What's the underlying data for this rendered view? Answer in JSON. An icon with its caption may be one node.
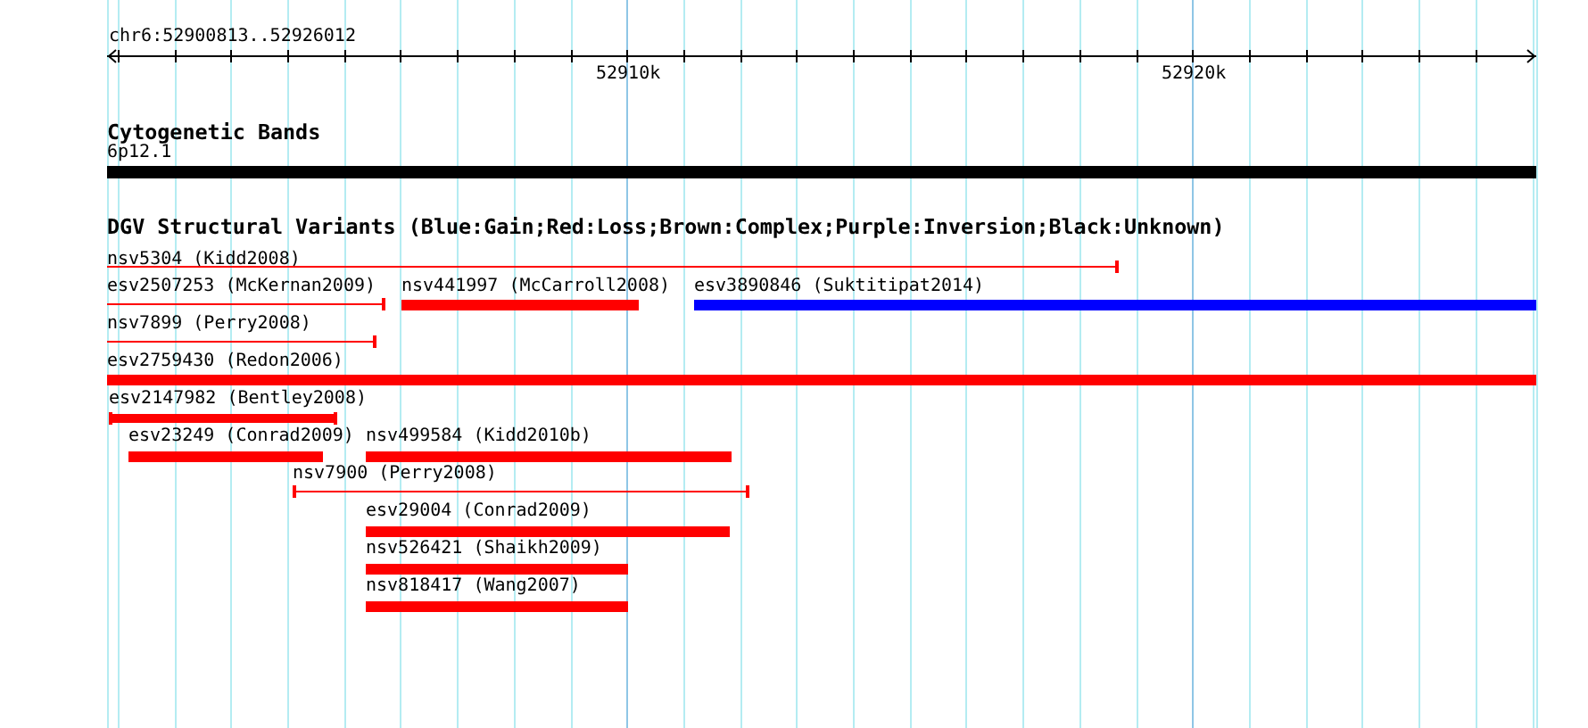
{
  "diagram": {
    "nodes": [
      {
        "text": [
          "6p12.1"
        ]
      },
      {
        "text": [
          "nsv5304 (Kidd2008)"
        ]
      },
      {
        "text": [
          "esv2507253 (McKernan2009)"
        ]
      },
      {
        "text": [
          "nsv441997 (McCarroll2008)"
        ]
      },
      {
        "text": [
          "esv3890846 (Suktitipat2014)"
        ]
      },
      {
        "text": [
          "nsv7899 (Perry2008)"
        ]
      },
      {
        "text": [
          "esv2759430 (Redon2006)"
        ]
      },
      {
        "text": [
          "esv2147982 (Bentley2008)"
        ]
      },
      {
        "text": [
          "esv23249 (Conrad2009)"
        ]
      },
      {
        "text": [
          "nsv499584 (Kidd2010b)"
        ]
      },
      {
        "text": [
          "nsv7900 (Perry2008)"
        ]
      },
      {
        "text": [
          "esv29004 (Conrad2009)"
        ]
      },
      {
        "text": [
          "nsv526421 (Shaikh2009)"
        ]
      },
      {
        "text": [
          "nsv818417 (Wang2007)"
        ]
      }
    ],
    "labels": [
      "chr6:52900813..52926012",
      "52910k",
      "52920k",
      "Cytogenetic Bands",
      "DGV Structural Variants (Blue:Gain;Red:Loss;Brown:Complex;Purple:Inversion;Black:Unknown)"
    ]
  }
}
